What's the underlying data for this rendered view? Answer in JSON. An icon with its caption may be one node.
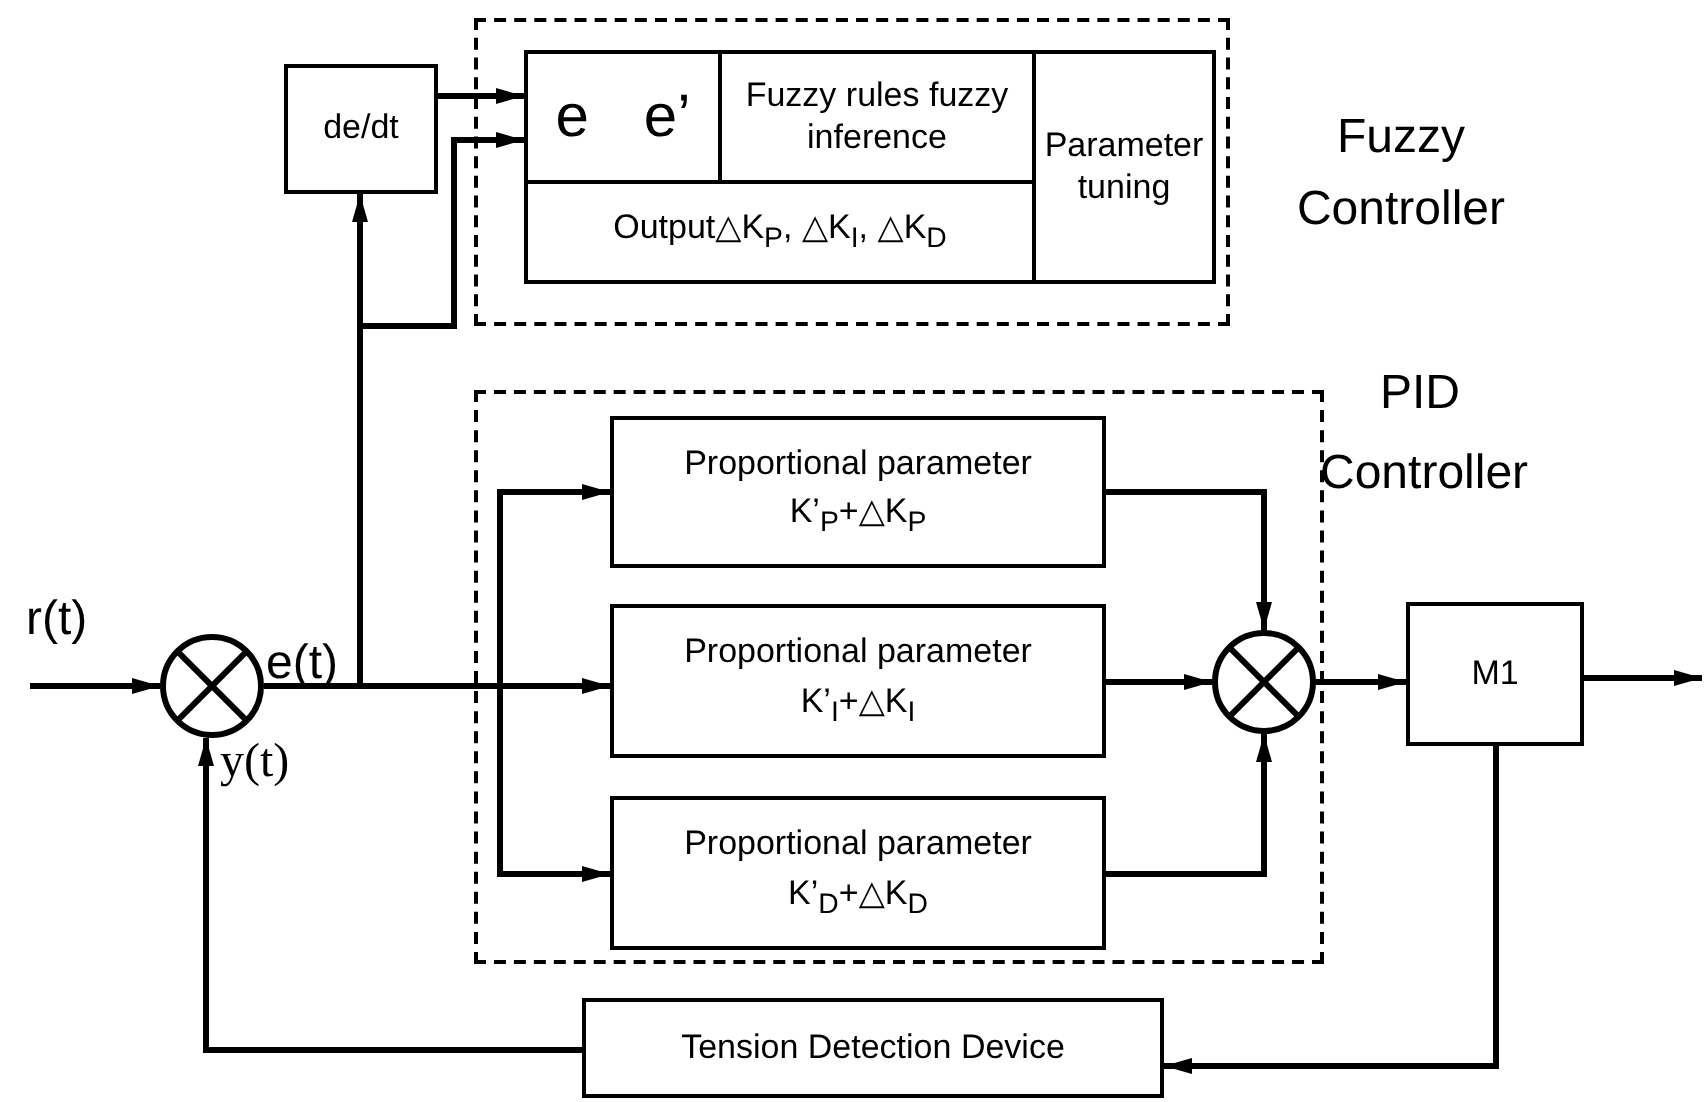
{
  "diagram": {
    "nodes": [
      {
        "text": [
          "Fuzzy Controller"
        ]
      },
      {
        "text": [
          "e",
          "e’"
        ],
        "in": 0
      },
      {
        "text": [
          "Fuzzy rules fuzzy inference"
        ],
        "in": 0
      },
      {
        "text": [
          "Parameter tuning"
        ],
        "in": 0
      },
      {
        "text": [
          "Output△K$_{P}$,  △K$_{I}$,  △K$_{D}$"
        ],
        "in": 0
      },
      {
        "text": [
          "de/dt"
        ]
      },
      {
        "text": [
          "PID Controller"
        ]
      },
      {
        "text": [
          "Proportional parameter",
          "K’$_{P}$+△K$_{P}$"
        ],
        "in": 6
      },
      {
        "text": [
          "Proportional parameter",
          "K’$_{I}$+△K$_{I}$"
        ],
        "in": 6
      },
      {
        "text": [
          "Proportional parameter",
          "K’$_{D}$+△K$_{D}$"
        ],
        "in": 6
      },
      {
        "text": [],
        "shape": "circle",
        "in": 6
      },
      {
        "text": [],
        "shape": "circle"
      },
      {
        "text": [
          "M1"
        ]
      },
      {
        "text": [
          "Tension Detection Device"
        ]
      }
    ],
    "edges": [
      {
        "from": null,
        "to": 11,
        "arrow": "to"
      },
      {
        "from": 11,
        "to": 5,
        "arrow": "to"
      },
      {
        "from": 11,
        "to": 1,
        "arrow": "to"
      },
      {
        "from": 5,
        "to": 1,
        "arrow": "to"
      },
      {
        "from": 11,
        "to": 7,
        "arrow": "to"
      },
      {
        "from": 11,
        "to": 8,
        "arrow": "to"
      },
      {
        "from": 11,
        "to": 9,
        "arrow": "to"
      },
      {
        "from": 7,
        "to": 10,
        "arrow": "to"
      },
      {
        "from": 8,
        "to": 10,
        "arrow": "to"
      },
      {
        "from": 9,
        "to": 10,
        "arrow": "to"
      },
      {
        "from": 10,
        "to": 12,
        "arrow": "to"
      },
      {
        "from": 12,
        "to": null,
        "arrow": "to"
      },
      {
        "from": 12,
        "to": 13,
        "arrow": "to"
      },
      {
        "from": 13,
        "to": 11,
        "arrow": "to"
      }
    ],
    "labels": [
      "r(t)",
      "e(t)",
      "y(t)"
    ]
  }
}
